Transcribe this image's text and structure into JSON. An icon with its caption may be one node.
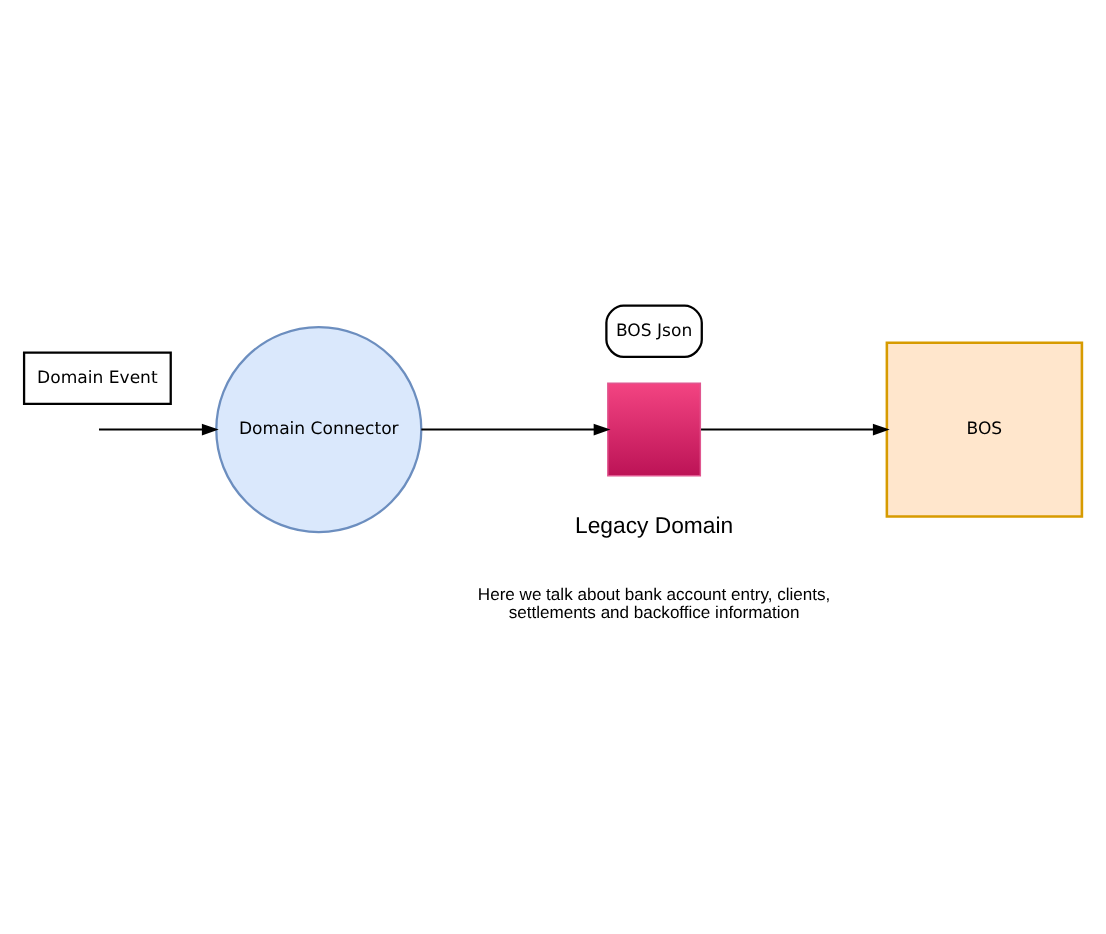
{
  "diagram": {
    "nodes": [
      {
        "text": [
          "Domain Event"
        ]
      },
      {
        "text": [
          "Domain Connector"
        ]
      },
      {
        "text": [
          "BOS Json"
        ]
      },
      {
        "text": [],
        "shape": "box"
      },
      {
        "text": [
          "BOS"
        ]
      }
    ],
    "edges": [
      {
        "from": null,
        "to": 1,
        "arrow": "to"
      },
      {
        "from": 1,
        "to": 3,
        "arrow": "to"
      },
      {
        "from": 3,
        "to": 4,
        "arrow": "to"
      }
    ],
    "labels": [
      "Legacy Domain",
      "Here we talk about bank account entry, clients, settlements and backoffice information"
    ]
  }
}
